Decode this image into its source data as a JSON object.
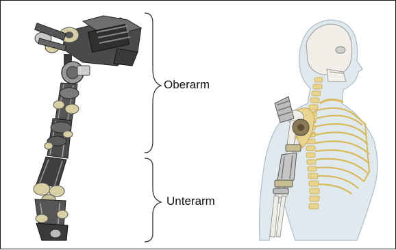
{
  "labels": {
    "upper_arm": "Oberarm",
    "forearm": "Unterarm"
  },
  "figures": {
    "left": "exoskeleton-arm-render",
    "right": "human-torso-skeleton-with-exoskeleton"
  },
  "colors": {
    "frame": "#1a1a1a",
    "metal_dark": "#3a3a3a",
    "metal_mid": "#6b6b6b",
    "metal_light": "#b9b9b9",
    "joint_beige": "#d8cfa4",
    "bone": "#e9d48f",
    "bone_stroke": "#c9a84a",
    "skin": "#dfe9ee",
    "skin_stroke": "#aabdc7"
  }
}
